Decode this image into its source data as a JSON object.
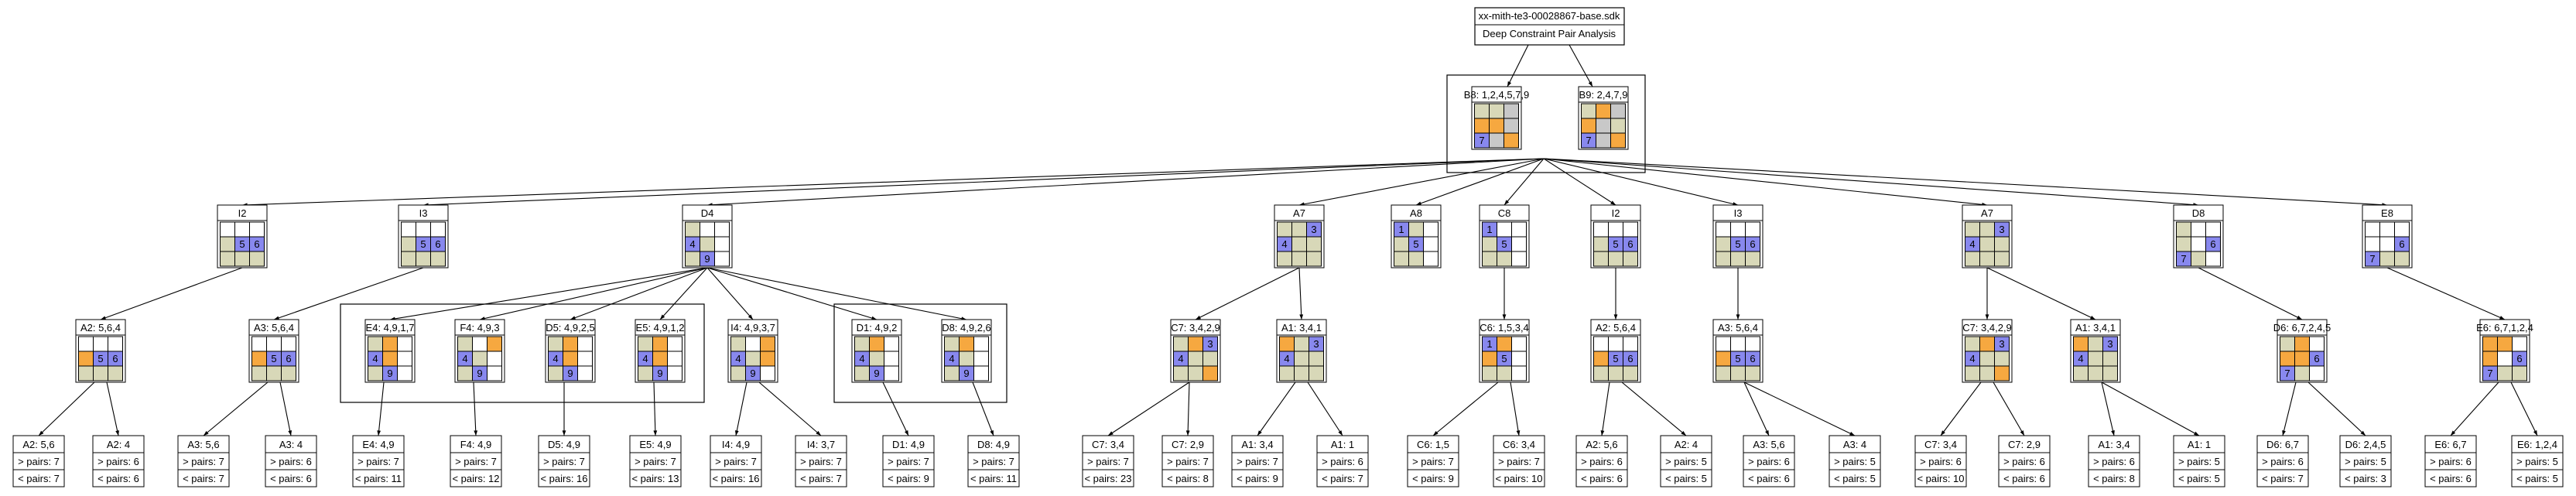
{
  "header": {
    "title": "xx-mith-te3-00028867-base.sdk",
    "subtitle": "Deep Constraint Pair Analysis"
  },
  "colors": {
    "blue": "#8888ee",
    "orange": "#f6a840",
    "gray": "#c8c8c8",
    "beige": "#d8d8b8",
    "white": "#ffffff",
    "line": "#000000"
  },
  "roots": [
    {
      "label": "B8: 1,2,4,5,7,9",
      "cells": [
        "beige",
        "beige",
        "gray",
        "orange",
        "orange",
        "gray",
        "blue:7",
        "gray",
        "orange"
      ]
    },
    {
      "label": "B9: 2,4,7,9",
      "cells": [
        "beige",
        "orange",
        "gray",
        "orange",
        "gray",
        "beige",
        "blue:7",
        "gray",
        "orange"
      ]
    }
  ],
  "level1": [
    {
      "label": "I2",
      "cells": [
        "white",
        "white",
        "white",
        "beige",
        "blue:5",
        "blue:6",
        "beige",
        "beige",
        "beige"
      ]
    },
    {
      "label": "I3",
      "cells": [
        "white",
        "white",
        "white",
        "beige",
        "blue:5",
        "blue:6",
        "beige",
        "beige",
        "beige"
      ]
    },
    {
      "label": "D4",
      "cells": [
        "beige",
        "white",
        "white",
        "blue:4",
        "beige",
        "white",
        "beige",
        "blue:9",
        "white"
      ]
    },
    {
      "label": "A7",
      "cells": [
        "beige",
        "beige",
        "blue:3",
        "blue:4",
        "beige",
        "beige",
        "beige",
        "beige",
        "beige"
      ]
    },
    {
      "label": "A8",
      "cells": [
        "blue:1",
        "beige",
        "white",
        "beige",
        "blue:5",
        "white",
        "beige",
        "beige",
        "white"
      ]
    },
    {
      "label": "C8",
      "cells": [
        "blue:1",
        "white",
        "white",
        "beige",
        "blue:5",
        "white",
        "beige",
        "beige",
        "white"
      ]
    },
    {
      "label": "I2",
      "cells": [
        "white",
        "white",
        "white",
        "beige",
        "blue:5",
        "blue:6",
        "beige",
        "beige",
        "beige"
      ]
    },
    {
      "label": "I3",
      "cells": [
        "white",
        "white",
        "white",
        "beige",
        "blue:5",
        "blue:6",
        "beige",
        "beige",
        "beige"
      ]
    },
    {
      "label": "A7",
      "cells": [
        "beige",
        "beige",
        "blue:3",
        "blue:4",
        "beige",
        "beige",
        "beige",
        "beige",
        "beige"
      ]
    },
    {
      "label": "D8",
      "cells": [
        "beige",
        "white",
        "white",
        "beige",
        "white",
        "blue:6",
        "blue:7",
        "beige",
        "white"
      ]
    },
    {
      "label": "E8",
      "cells": [
        "white",
        "white",
        "white",
        "white",
        "white",
        "blue:6",
        "blue:7",
        "beige",
        "beige"
      ]
    }
  ],
  "level2": [
    {
      "label": "A2: 5,6,4",
      "parent": 0,
      "cells": [
        "white",
        "white",
        "white",
        "orange",
        "blue:5",
        "blue:6",
        "beige",
        "beige",
        "beige"
      ]
    },
    {
      "label": "A3: 5,6,4",
      "parent": 1,
      "cells": [
        "white",
        "white",
        "white",
        "orange",
        "blue:5",
        "blue:6",
        "beige",
        "beige",
        "beige"
      ]
    },
    {
      "label": "E4: 4,9,1,7",
      "parent": 2,
      "cells": [
        "beige",
        "orange",
        "white",
        "blue:4",
        "orange",
        "white",
        "beige",
        "blue:9",
        "white"
      ]
    },
    {
      "label": "F4: 4,9,3",
      "parent": 2,
      "cells": [
        "beige",
        "white",
        "orange",
        "blue:4",
        "beige",
        "white",
        "beige",
        "blue:9",
        "white"
      ]
    },
    {
      "label": "D5: 4,9,2,5",
      "parent": 2,
      "cells": [
        "beige",
        "orange",
        "white",
        "blue:4",
        "orange",
        "white",
        "beige",
        "blue:9",
        "white"
      ]
    },
    {
      "label": "E5: 4,9,1,2",
      "parent": 2,
      "cells": [
        "beige",
        "orange",
        "white",
        "blue:4",
        "orange",
        "white",
        "beige",
        "blue:9",
        "white"
      ]
    },
    {
      "label": "I4: 4,9,3,7",
      "parent": 2,
      "cells": [
        "beige",
        "white",
        "orange",
        "blue:4",
        "beige",
        "orange",
        "beige",
        "blue:9",
        "white"
      ]
    },
    {
      "label": "D1: 4,9,2",
      "parent": 2,
      "cells": [
        "beige",
        "orange",
        "white",
        "blue:4",
        "beige",
        "white",
        "beige",
        "blue:9",
        "white"
      ]
    },
    {
      "label": "D8: 4,9,2,6",
      "parent": 2,
      "cells": [
        "beige",
        "orange",
        "white",
        "blue:4",
        "beige",
        "white",
        "beige",
        "blue:9",
        "white"
      ]
    },
    {
      "label": "C7: 3,4,2,9",
      "parent": 3,
      "cells": [
        "beige",
        "orange",
        "blue:3",
        "blue:4",
        "beige",
        "beige",
        "beige",
        "beige",
        "orange"
      ]
    },
    {
      "label": "A1: 3,4,1",
      "parent": 3,
      "cells": [
        "orange",
        "beige",
        "blue:3",
        "blue:4",
        "beige",
        "beige",
        "beige",
        "beige",
        "beige"
      ]
    },
    {
      "label": "C6: 1,5,3,4",
      "parent": 5,
      "cells": [
        "blue:1",
        "orange",
        "white",
        "orange",
        "blue:5",
        "white",
        "beige",
        "beige",
        "white"
      ]
    },
    {
      "label": "A2: 5,6,4",
      "parent": 6,
      "cells": [
        "white",
        "white",
        "white",
        "orange",
        "blue:5",
        "blue:6",
        "beige",
        "beige",
        "beige"
      ]
    },
    {
      "label": "A3: 5,6,4",
      "parent": 7,
      "cells": [
        "white",
        "white",
        "white",
        "orange",
        "blue:5",
        "blue:6",
        "beige",
        "beige",
        "beige"
      ]
    },
    {
      "label": "C7: 3,4,2,9",
      "parent": 8,
      "cells": [
        "beige",
        "orange",
        "blue:3",
        "blue:4",
        "beige",
        "beige",
        "beige",
        "beige",
        "orange"
      ]
    },
    {
      "label": "A1: 3,4,1",
      "parent": 8,
      "cells": [
        "orange",
        "beige",
        "blue:3",
        "blue:4",
        "beige",
        "beige",
        "beige",
        "beige",
        "beige"
      ]
    },
    {
      "label": "D6: 6,7,2,4,5",
      "parent": 9,
      "cells": [
        "beige",
        "orange",
        "white",
        "orange",
        "orange",
        "blue:6",
        "blue:7",
        "beige",
        "white"
      ]
    },
    {
      "label": "E6: 6,7,1,2,4",
      "parent": 10,
      "cells": [
        "orange",
        "orange",
        "white",
        "orange",
        "white",
        "blue:6",
        "blue:7",
        "beige",
        "beige"
      ]
    }
  ],
  "level3": [
    {
      "label": "A2: 5,6",
      "gt": "> pairs: 7",
      "lt": "< pairs: 7",
      "parent": 0
    },
    {
      "label": "A2: 4",
      "gt": "> pairs: 6",
      "lt": "< pairs: 6",
      "parent": 0
    },
    {
      "label": "A3: 5,6",
      "gt": "> pairs: 7",
      "lt": "< pairs: 7",
      "parent": 1
    },
    {
      "label": "A3: 4",
      "gt": "> pairs: 6",
      "lt": "< pairs: 6",
      "parent": 1
    },
    {
      "label": "E4: 4,9",
      "gt": "> pairs: 7",
      "lt": "< pairs: 11",
      "parent": 2
    },
    {
      "label": "F4: 4,9",
      "gt": "> pairs: 7",
      "lt": "< pairs: 12",
      "parent": 3
    },
    {
      "label": "D5: 4,9",
      "gt": "> pairs: 7",
      "lt": "< pairs: 16",
      "parent": 4
    },
    {
      "label": "E5: 4,9",
      "gt": "> pairs: 7",
      "lt": "< pairs: 13",
      "parent": 5
    },
    {
      "label": "I4: 4,9",
      "gt": "> pairs: 7",
      "lt": "< pairs: 16",
      "parent": 6
    },
    {
      "label": "I4: 3,7",
      "gt": "> pairs: 7",
      "lt": "< pairs: 7",
      "parent": 6
    },
    {
      "label": "D1: 4,9",
      "gt": "> pairs: 7",
      "lt": "< pairs: 9",
      "parent": 7
    },
    {
      "label": "D8: 4,9",
      "gt": "> pairs: 7",
      "lt": "< pairs: 11",
      "parent": 8
    },
    {
      "label": "C7: 3,4",
      "gt": "> pairs: 7",
      "lt": "< pairs: 23",
      "parent": 9
    },
    {
      "label": "C7: 2,9",
      "gt": "> pairs: 7",
      "lt": "< pairs: 8",
      "parent": 9
    },
    {
      "label": "A1: 3,4",
      "gt": "> pairs: 7",
      "lt": "< pairs: 9",
      "parent": 10
    },
    {
      "label": "A1: 1",
      "gt": "> pairs: 6",
      "lt": "< pairs: 7",
      "parent": 10
    },
    {
      "label": "C6: 1,5",
      "gt": "> pairs: 7",
      "lt": "< pairs: 9",
      "parent": 11
    },
    {
      "label": "C6: 3,4",
      "gt": "> pairs: 7",
      "lt": "< pairs: 10",
      "parent": 11
    },
    {
      "label": "A2: 5,6",
      "gt": "> pairs: 6",
      "lt": "< pairs: 6",
      "parent": 12
    },
    {
      "label": "A2: 4",
      "gt": "> pairs: 5",
      "lt": "< pairs: 5",
      "parent": 12
    },
    {
      "label": "A3: 5,6",
      "gt": "> pairs: 6",
      "lt": "< pairs: 6",
      "parent": 13
    },
    {
      "label": "A3: 4",
      "gt": "> pairs: 5",
      "lt": "< pairs: 5",
      "parent": 13
    },
    {
      "label": "C7: 3,4",
      "gt": "> pairs: 6",
      "lt": "< pairs: 10",
      "parent": 14
    },
    {
      "label": "C7: 2,9",
      "gt": "> pairs: 6",
      "lt": "< pairs: 6",
      "parent": 14
    },
    {
      "label": "A1: 3,4",
      "gt": "> pairs: 6",
      "lt": "< pairs: 8",
      "parent": 15
    },
    {
      "label": "A1: 1",
      "gt": "> pairs: 5",
      "lt": "< pairs: 5",
      "parent": 15
    },
    {
      "label": "D6: 6,7",
      "gt": "> pairs: 6",
      "lt": "< pairs: 7",
      "parent": 16
    },
    {
      "label": "D6: 2,4,5",
      "gt": "> pairs: 5",
      "lt": "< pairs: 3",
      "parent": 16
    },
    {
      "label": "E6: 6,7",
      "gt": "> pairs: 6",
      "lt": "< pairs: 6",
      "parent": 17
    },
    {
      "label": "E6: 1,2,4",
      "gt": "> pairs: 5",
      "lt": "< pairs: 5",
      "parent": 17
    }
  ]
}
